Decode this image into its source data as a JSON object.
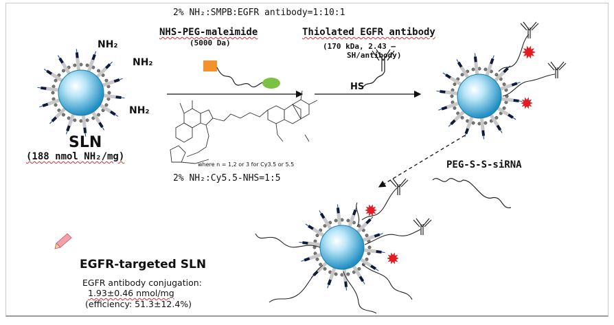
{
  "ratio_top": "2% NH₂:SMPB:EGFR antibody=1:10:1",
  "nhs_peg": {
    "name": "NHS-PEG-maleimide",
    "mw": "(5000 Da)"
  },
  "egfr": {
    "name": "Thiolated EGFR antibody",
    "detail_line1": "(170 kDa, 2.43 –",
    "detail_line2": "SH/antibody)",
    "hs_label": "HS"
  },
  "sln": {
    "name": "SLN",
    "loading": "(188 nmol NH₂/mg)",
    "nh2_label": "NH₂"
  },
  "cy55": {
    "where_note": "where n = 1,2 or 3 for Cy3.5 or 5.5",
    "ratio": "2% NH₂:Cy5.5-NHS=1:5"
  },
  "sirna": {
    "label": "PEG-S-S-siRNA"
  },
  "targeted": {
    "title": "EGFR-targeted SLN",
    "conj_line1": "EGFR antibody conjugation:",
    "conj_line2": "1.93±0.46 nmol/mg",
    "conj_line3": "(efficiency: 51.3±12.4%)"
  },
  "colors": {
    "core": "#2ea3d6",
    "core_light": "#b9e6f7",
    "peg_block": "#f2922b",
    "maleimide": "#7cc242",
    "star": "#e31b23",
    "spike": "#c8c8c8",
    "spike_tip": "#0d1a3a"
  },
  "icons": {
    "pencil": "pencil-icon"
  }
}
